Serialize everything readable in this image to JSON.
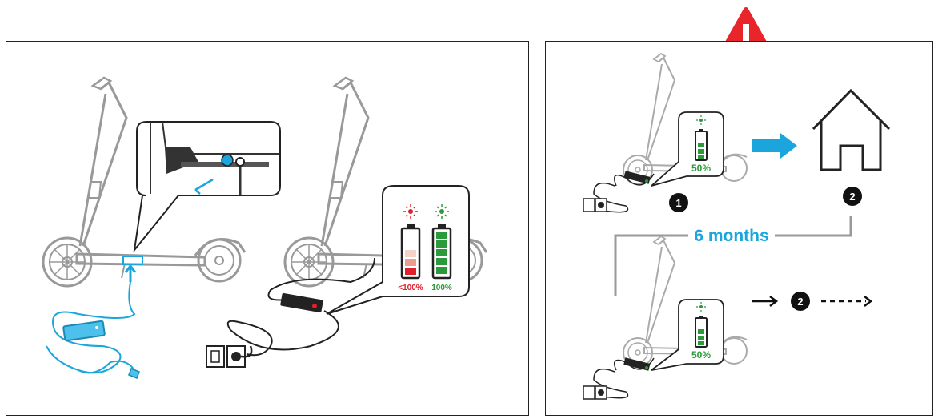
{
  "left_panel": {
    "battery_low_label": "<100%",
    "battery_full_label": "100%"
  },
  "right_panel": {
    "top_battery_label": "50%",
    "bottom_battery_label": "50%",
    "step_one": "1",
    "step_two": "2",
    "step_two_bottom": "2",
    "interval_label": "6 months"
  },
  "colors": {
    "warning_red": "#e8252b",
    "charge_blue": "#1aa6dd",
    "battery_green": "#2a9a3a",
    "battery_red": "#e0202a",
    "line_gray": "#9a9a9a"
  }
}
